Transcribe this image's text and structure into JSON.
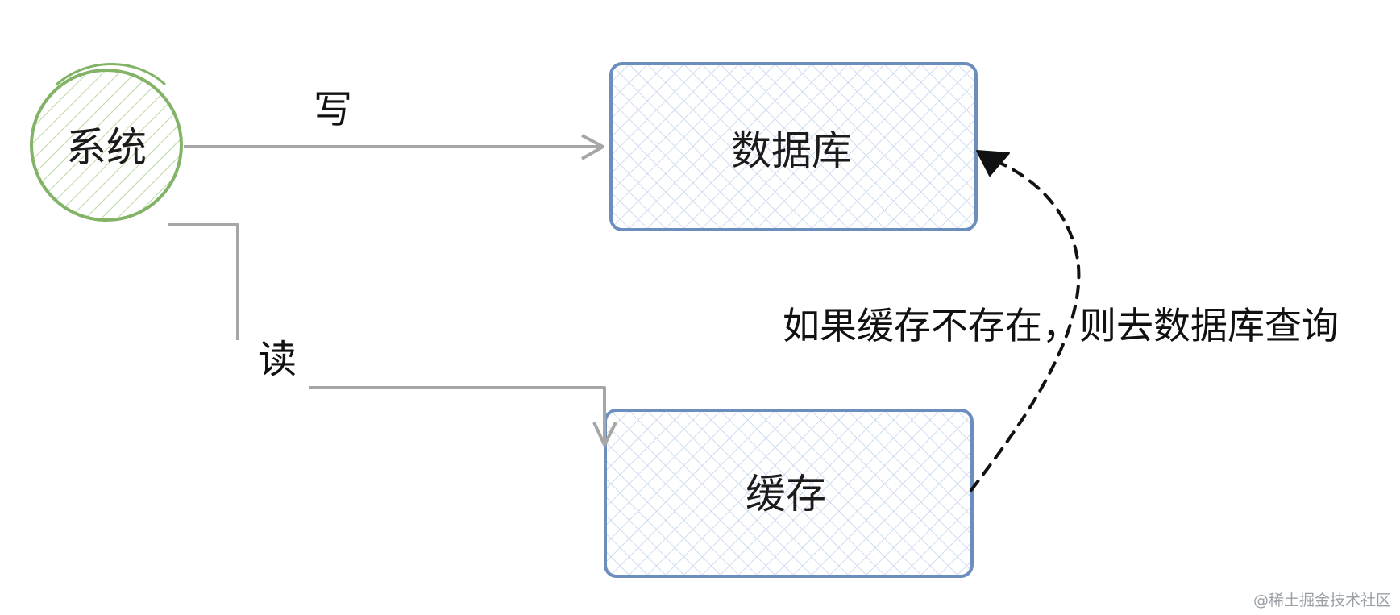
{
  "diagram": {
    "nodes": {
      "system": {
        "label": "系统",
        "shape": "circle",
        "stroke": "#82b366",
        "hatch": "#b9d6a5"
      },
      "database": {
        "label": "数据库",
        "shape": "rectangle",
        "stroke": "#6c8ebf",
        "hatch": "#b7c7e6"
      },
      "cache": {
        "label": "缓存",
        "shape": "rectangle",
        "stroke": "#6c8ebf",
        "hatch": "#b7c7e6"
      }
    },
    "edges": {
      "write": {
        "label": "写",
        "from": "system",
        "to": "database",
        "color": "#a6a6a6",
        "style": "solid"
      },
      "read": {
        "label": "读",
        "from": "system",
        "to": "cache",
        "color": "#a6a6a6",
        "style": "solid"
      },
      "fallback": {
        "label": "如果缓存不存在，则去数据库查询",
        "from": "cache",
        "to": "database",
        "color": "#111111",
        "style": "dashed"
      }
    }
  },
  "watermark": "@稀土掘金技术社区"
}
